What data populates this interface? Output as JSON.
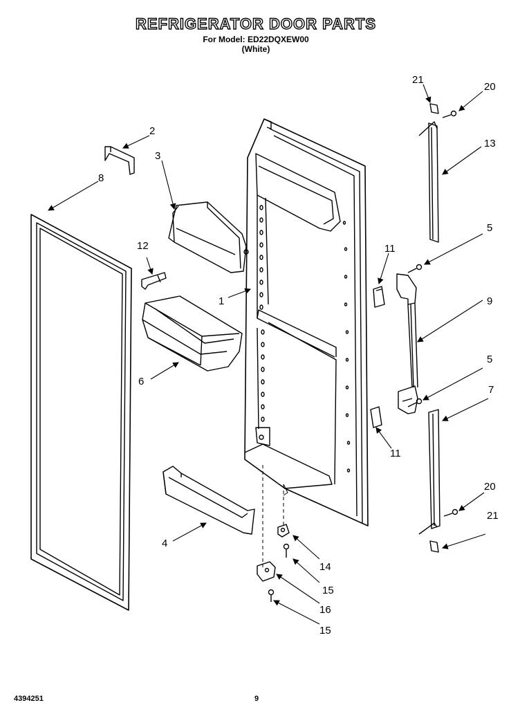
{
  "header": {
    "title": "REFRIGERATOR DOOR PARTS",
    "model_line": "For Model: ED22DQXEW00",
    "color_line": "(White)"
  },
  "callouts": {
    "c1": "1",
    "c2": "2",
    "c3": "3",
    "c4": "4",
    "c5a": "5",
    "c5b": "5",
    "c6": "6",
    "c7": "7",
    "c8": "8",
    "c9": "9",
    "c11a": "11",
    "c11b": "11",
    "c12": "12",
    "c13": "13",
    "c14": "14",
    "c15a": "15",
    "c15b": "15",
    "c16": "16",
    "c20a": "20",
    "c20b": "20",
    "c21a": "21",
    "c21b": "21"
  },
  "footer": {
    "doc_number": "4394251",
    "page_number": "9"
  }
}
